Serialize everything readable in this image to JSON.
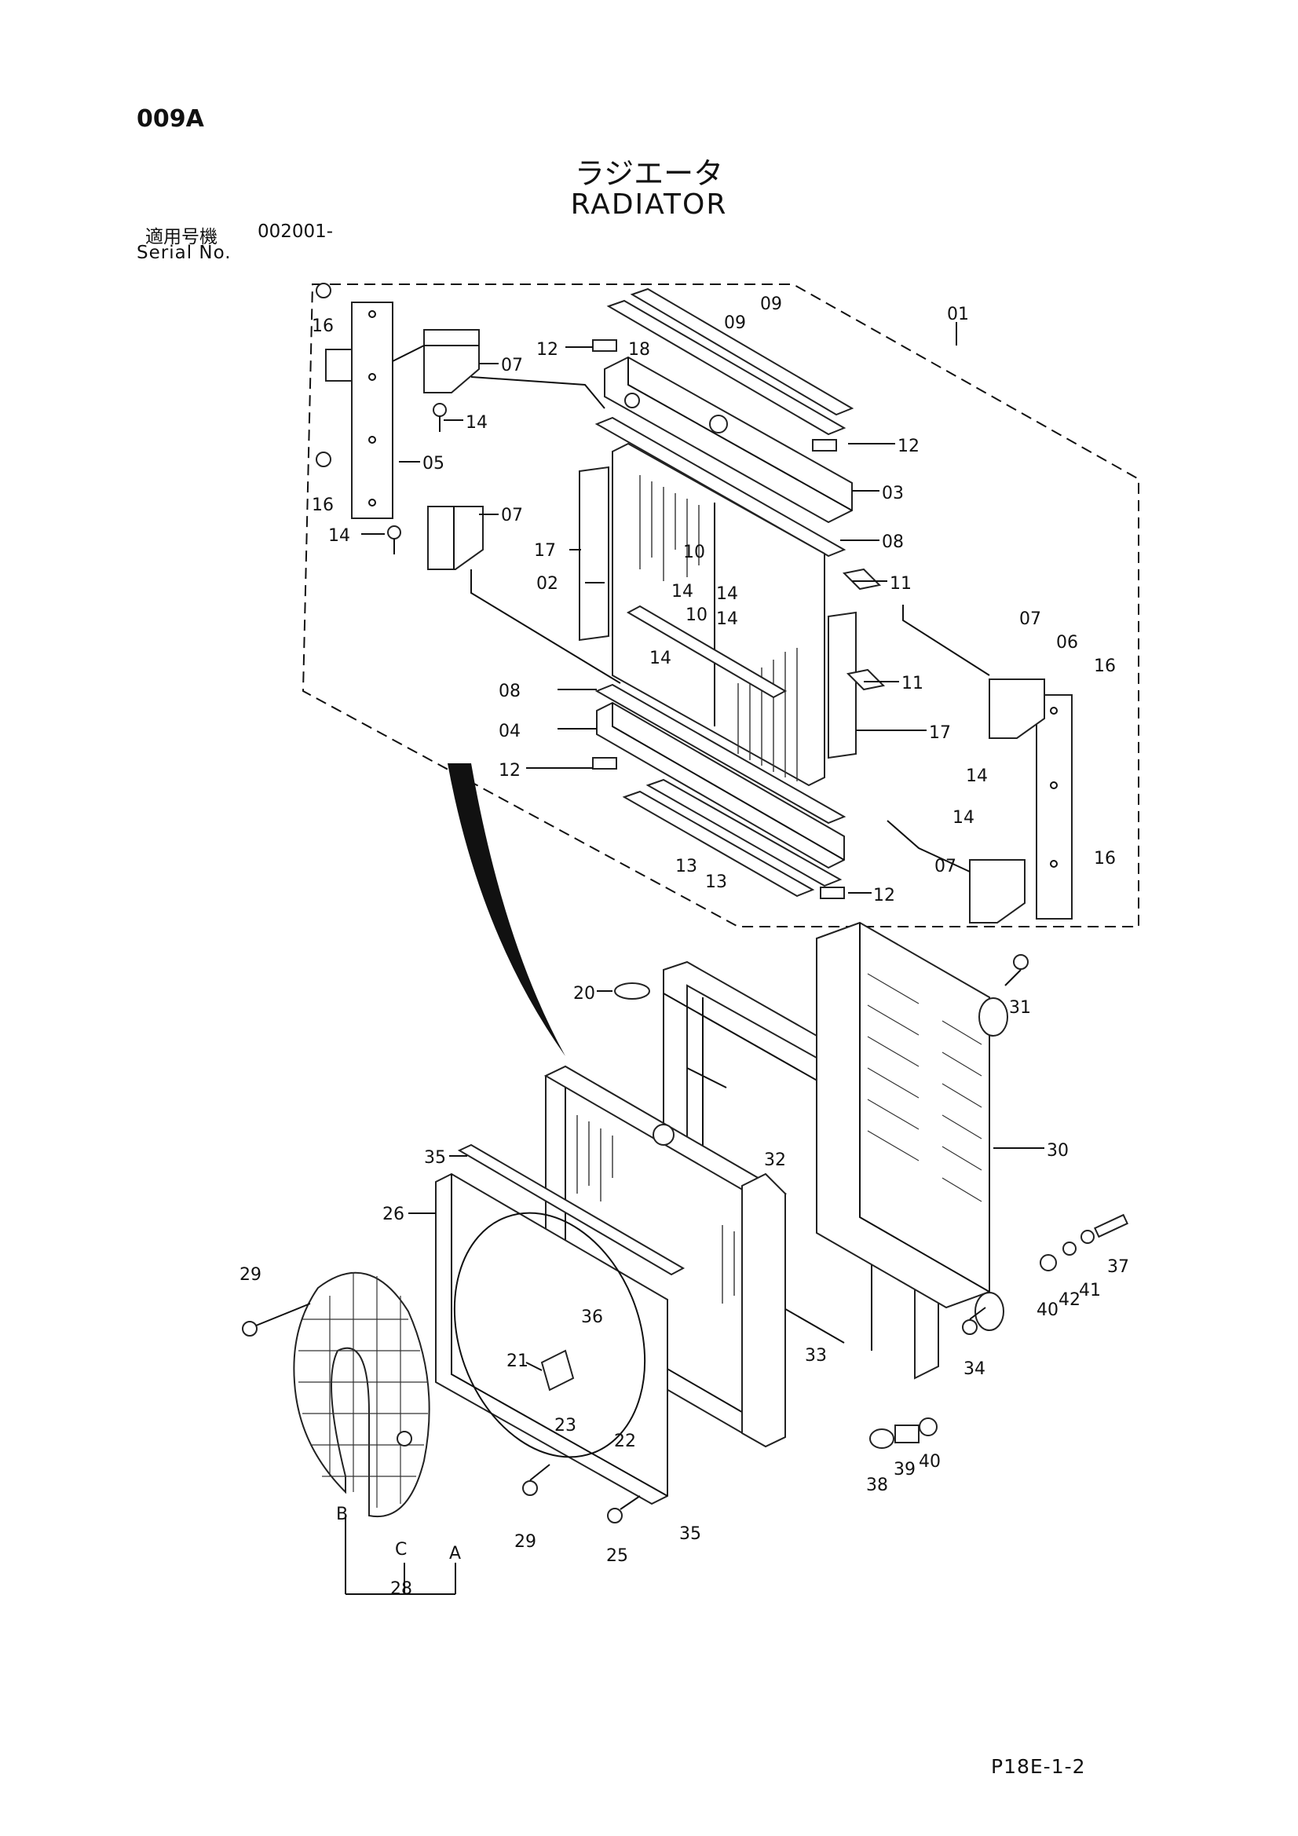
{
  "header": {
    "page_code": "009A",
    "title_jp": "ラジエータ",
    "title_en": "RADIATOR",
    "serial_label_jp": "適用号機",
    "serial_range": "002001-",
    "serial_label_en": "Serial No."
  },
  "footer": {
    "page_ref": "P18E-1-2"
  },
  "callouts": {
    "c01": "01",
    "c02": "02",
    "c03": "03",
    "c04": "04",
    "c05": "05",
    "c06": "06",
    "c07a": "07",
    "c07b": "07",
    "c07c": "07",
    "c07d": "07",
    "c08a": "08",
    "c08b": "08",
    "c09a": "09",
    "c09b": "09",
    "c10a": "10",
    "c10b": "10",
    "c11a": "11",
    "c11b": "11",
    "c12a": "12",
    "c12b": "12",
    "c12c": "12",
    "c12d": "12",
    "c13a": "13",
    "c13b": "13",
    "c14a": "14",
    "c14b": "14",
    "c14c": "14",
    "c14d": "14",
    "c14e": "14",
    "c14f": "14",
    "c14g": "14",
    "c14h": "14",
    "c16a": "16",
    "c16b": "16",
    "c16c": "16",
    "c16d": "16",
    "c17a": "17",
    "c17b": "17",
    "c18": "18",
    "c20": "20",
    "c21": "21",
    "c22": "22",
    "c23": "23",
    "c25": "25",
    "c26": "26",
    "c28": "28",
    "c29a": "29",
    "c29b": "29",
    "c30": "30",
    "c31": "31",
    "c32": "32",
    "c33": "33",
    "c34": "34",
    "c35a": "35",
    "c35b": "35",
    "c36": "36",
    "c37": "37",
    "c38": "38",
    "c39": "39",
    "c40a": "40",
    "c40b": "40",
    "c41": "41",
    "c42": "42",
    "cA": "A",
    "cB": "B",
    "cC": "C"
  }
}
